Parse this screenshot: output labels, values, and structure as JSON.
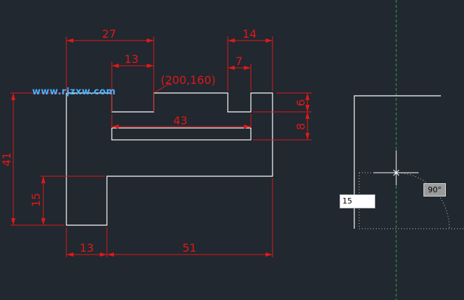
{
  "dimensions": {
    "top_width_left": "27",
    "slot_width_left": "13",
    "top_width_right": "14",
    "slot_width_right": "7",
    "inner_width": "43",
    "right_h1": "6",
    "right_h2": "8",
    "total_height": "41",
    "left_height": "15",
    "bottom_left": "13",
    "bottom_right": "51"
  },
  "coordinate_label": "(200,160)",
  "watermark": "www.rjzxw.com",
  "command_input": {
    "value": "15"
  },
  "angle_tooltip": "90°",
  "colors": {
    "background": "#212830",
    "geometry": "#ffffff",
    "dimension": "#e01818",
    "watermark": "#4ab0ff",
    "tracking": "#2fa84f"
  },
  "icons": [
    "crosshair-cursor-icon"
  ]
}
